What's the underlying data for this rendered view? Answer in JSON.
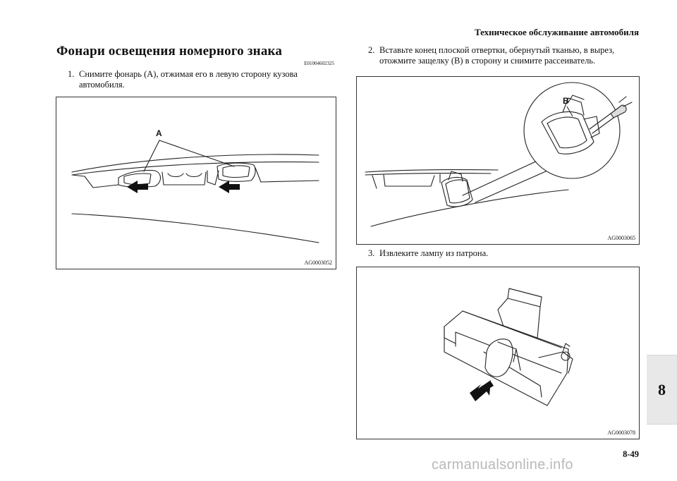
{
  "header": {
    "section_title": "Техническое обслуживание автомобиля"
  },
  "section": {
    "title": "Фонари освещения номерного знака",
    "code": "E01004602325"
  },
  "steps": [
    {
      "number": "1.",
      "line1": "Снимите фонарь (A), отжимая его в левую сторону кузова",
      "line2": "автомобиля."
    },
    {
      "number": "2.",
      "line1": "Вставьте конец плоской отвертки, обернутый тканью, в вырез,",
      "line2": "отожмите защелку (B) в сторону и снимите рассеиватель."
    },
    {
      "number": "3.",
      "line1": "Извлеките лампу из патрона.",
      "line2": ""
    }
  ],
  "figures": [
    {
      "code": "AG0003052",
      "label": "A"
    },
    {
      "code": "AG0003065",
      "label": "B"
    },
    {
      "code": "AG0003078",
      "label": ""
    }
  ],
  "side_tab": {
    "chapter": "8"
  },
  "page": {
    "number": "8-49"
  },
  "watermark": {
    "text": "carmanualsonline.info"
  }
}
